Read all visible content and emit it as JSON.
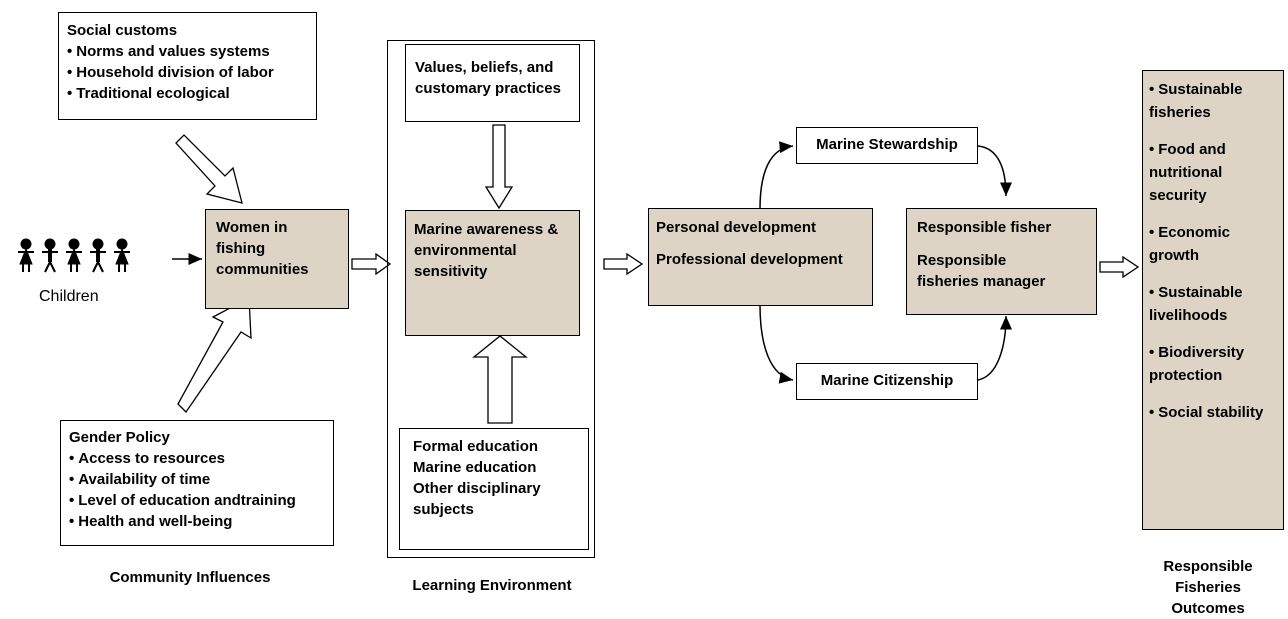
{
  "community": {
    "social_customs": {
      "title": "Social customs",
      "items": [
        "Norms and values systems",
        "Household division of labor",
        "Traditional ecological"
      ]
    },
    "gender_policy": {
      "title": "Gender Policy",
      "items": [
        "Access to resources",
        "Availability of time",
        "Level of education andtraining",
        "Health and well-being"
      ]
    },
    "women": "Women in fishing communities",
    "children": "Children",
    "caption": "Community Influences"
  },
  "learning": {
    "values": "Values, beliefs, and customary practices",
    "awareness": "Marine awareness & environmental sensitivity",
    "education": [
      "Formal  education",
      "Marine education",
      "Other disciplinary subjects"
    ],
    "caption": "Learning Environment"
  },
  "development": {
    "personal": "Personal development",
    "professional": "Professional development",
    "stewardship": "Marine Stewardship",
    "citizenship": "Marine Citizenship"
  },
  "responsible": {
    "fisher": "Responsible fisher",
    "manager": "Responsible fisheries manager"
  },
  "outcomes": {
    "items": [
      "Sustainable fisheries",
      "Food and nutritional security",
      "Economic growth",
      "Sustainable livelihoods",
      "Biodiversity protection",
      "Social stability"
    ],
    "caption": "Responsible Fisheries Outcomes"
  }
}
